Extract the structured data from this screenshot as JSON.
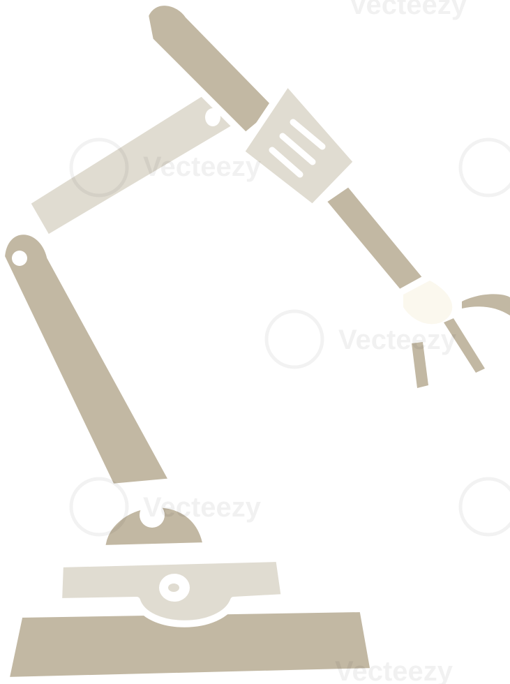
{
  "illustration": {
    "subject": "robot-arm",
    "style": "flat cartoon",
    "colors": {
      "background": "#ffffff",
      "dark_segment": "#c2b8a3",
      "light_segment": "#e0dcd1",
      "glow": "#fbf8ee",
      "outline": "#ffffff"
    }
  },
  "watermark": {
    "text": "Vecteezy",
    "icon": "vecteezy-v-logo"
  }
}
